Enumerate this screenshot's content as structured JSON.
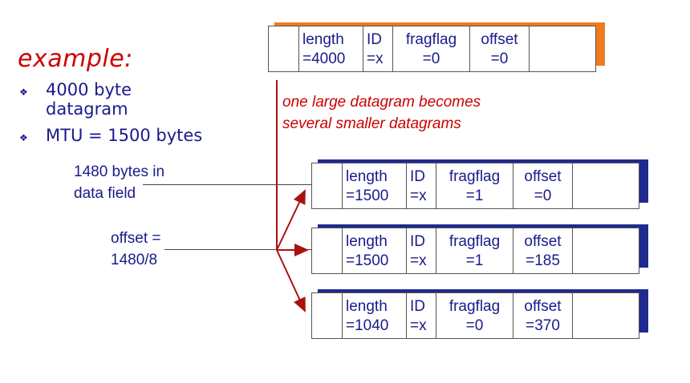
{
  "title": "example:",
  "bullets": [
    "4000 byte\ndatagram",
    "MTU = 1500 bytes"
  ],
  "bullet_glyph": "❖",
  "note": [
    "one large datagram becomes",
    "several smaller datagrams"
  ],
  "labels": {
    "data_field": [
      "1480 bytes in",
      "data field"
    ],
    "offset_calc": [
      "offset =",
      "1480/8"
    ]
  },
  "original": {
    "length": [
      "length",
      "=4000"
    ],
    "id": [
      "ID",
      "=x"
    ],
    "fragflag": [
      "fragflag",
      "=0"
    ],
    "offset": [
      "offset",
      "=0"
    ]
  },
  "fragments": [
    {
      "length": [
        "length",
        "=1500"
      ],
      "id": [
        "ID",
        "=x"
      ],
      "fragflag": [
        "fragflag",
        "=1"
      ],
      "offset": [
        "offset",
        "=0"
      ]
    },
    {
      "length": [
        "length",
        "=1500"
      ],
      "id": [
        "ID",
        "=x"
      ],
      "fragflag": [
        "fragflag",
        "=1"
      ],
      "offset": [
        "offset",
        "=185"
      ]
    },
    {
      "length": [
        "length",
        "=1040"
      ],
      "id": [
        "ID",
        "=x"
      ],
      "fragflag": [
        "fragflag",
        "=0"
      ],
      "offset": [
        "offset",
        "=370"
      ]
    }
  ],
  "colors": {
    "title": "#cc0000",
    "text": "#1a1a8c",
    "arrow": "#aa1111",
    "original_shadow": "#f07a1e",
    "fragment_shadow": "#1f2a8f"
  }
}
